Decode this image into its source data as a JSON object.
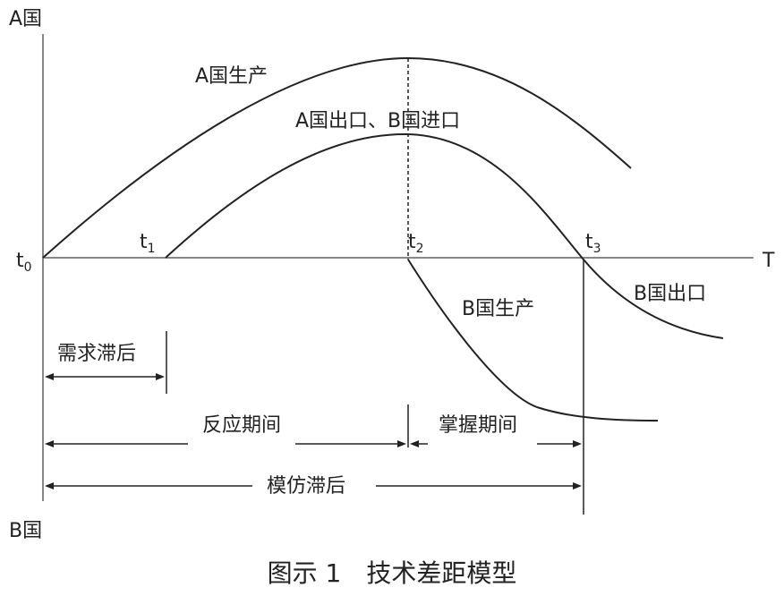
{
  "axis": {
    "top_label": "A国",
    "bottom_label": "B国",
    "time_label": "T"
  },
  "time_points": {
    "t0": {
      "letter": "t",
      "sub": "0"
    },
    "t1": {
      "letter": "t",
      "sub": "1"
    },
    "t2": {
      "letter": "t",
      "sub": "2"
    },
    "t3": {
      "letter": "t",
      "sub": "3"
    }
  },
  "curves": {
    "a_production": "A国生产",
    "a_export_b_import": "A国出口、B国进口",
    "b_production": "B国生产",
    "b_export": "B国出口"
  },
  "intervals": {
    "demand_lag": "需求滞后",
    "reaction_period": "反应期间",
    "mastery_period": "掌握期间",
    "imitation_lag": "模仿滞后"
  },
  "caption": "图示 1　技术差距模型",
  "colors": {
    "line": "#222222",
    "axis": "#888888",
    "background": "#ffffff"
  }
}
